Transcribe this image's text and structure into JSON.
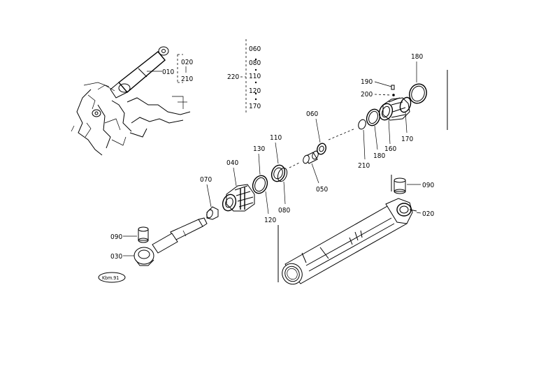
{
  "labels": {
    "p010": "010",
    "p020_ref": "020",
    "p210_ref": "210",
    "p060_list": "060",
    "p080_list": "080",
    "p110_list": "110",
    "p120_list": "120",
    "p170_list": "170",
    "p220": "220",
    "p180_top": "180",
    "p190": "190",
    "p200": "200",
    "p160": "160",
    "p170": "170",
    "p180_mid": "180",
    "p210": "210",
    "p060": "060",
    "p050": "050",
    "p110": "110",
    "p130": "130",
    "p040": "040",
    "p080": "080",
    "p120": "120",
    "p070": "070",
    "p090_left": "090",
    "p030": "030",
    "p090_right": "090",
    "p020": "020",
    "stamp": "Kbm.91"
  }
}
